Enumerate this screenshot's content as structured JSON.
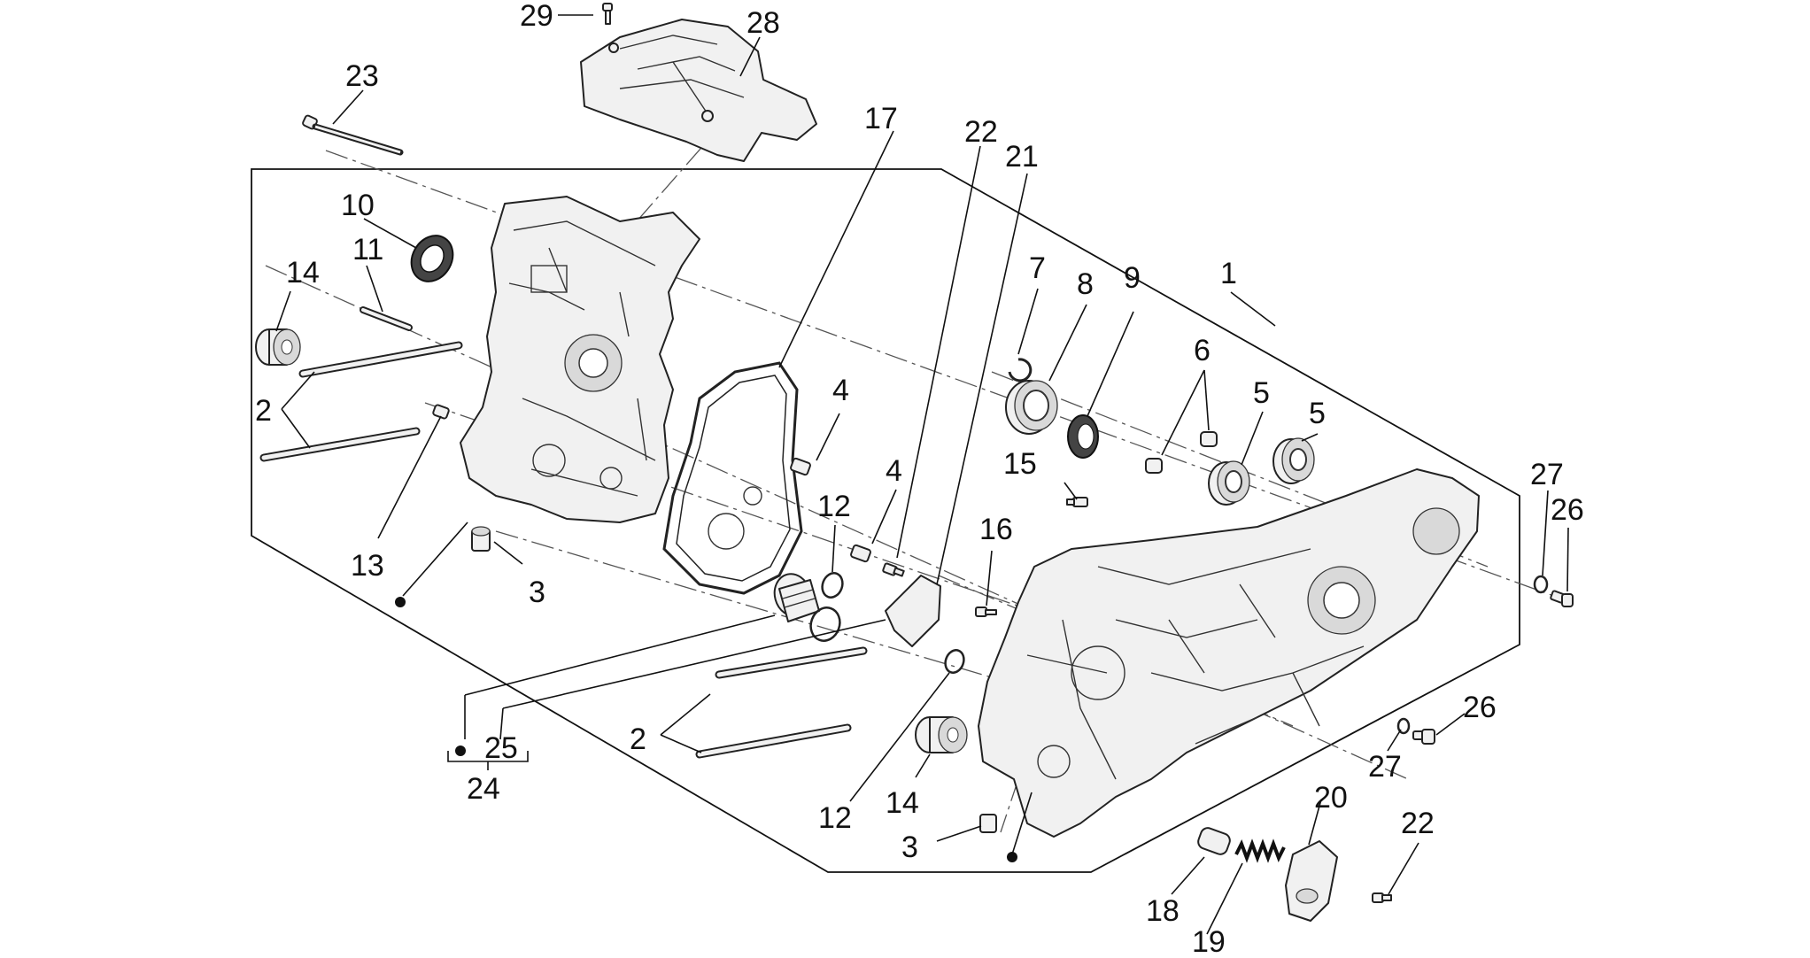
{
  "diagram": {
    "callouts": [
      {
        "id": "29",
        "text": "29"
      },
      {
        "id": "28",
        "text": "28"
      },
      {
        "id": "23",
        "text": "23"
      },
      {
        "id": "17",
        "text": "17"
      },
      {
        "id": "22a",
        "text": "22"
      },
      {
        "id": "21",
        "text": "21"
      },
      {
        "id": "10",
        "text": "10"
      },
      {
        "id": "11",
        "text": "11"
      },
      {
        "id": "14a",
        "text": "14"
      },
      {
        "id": "7",
        "text": "7"
      },
      {
        "id": "8",
        "text": "8"
      },
      {
        "id": "9",
        "text": "9"
      },
      {
        "id": "1",
        "text": "1"
      },
      {
        "id": "6",
        "text": "6"
      },
      {
        "id": "5a",
        "text": "5"
      },
      {
        "id": "5b",
        "text": "5"
      },
      {
        "id": "2a",
        "text": "2"
      },
      {
        "id": "4a",
        "text": "4"
      },
      {
        "id": "15",
        "text": "15"
      },
      {
        "id": "27a",
        "text": "27"
      },
      {
        "id": "26a",
        "text": "26"
      },
      {
        "id": "4b",
        "text": "4"
      },
      {
        "id": "12a",
        "text": "12"
      },
      {
        "id": "16",
        "text": "16"
      },
      {
        "id": "13",
        "text": "13"
      },
      {
        "id": "3a",
        "text": "3"
      },
      {
        "id": "25",
        "text": "25"
      },
      {
        "id": "24",
        "text": "24"
      },
      {
        "id": "2b",
        "text": "2"
      },
      {
        "id": "26b",
        "text": "26"
      },
      {
        "id": "27b",
        "text": "27"
      },
      {
        "id": "14b",
        "text": "14"
      },
      {
        "id": "20",
        "text": "20"
      },
      {
        "id": "12b",
        "text": "12"
      },
      {
        "id": "22b",
        "text": "22"
      },
      {
        "id": "3b",
        "text": "3"
      },
      {
        "id": "18",
        "text": "18"
      },
      {
        "id": "19",
        "text": "19"
      }
    ]
  }
}
